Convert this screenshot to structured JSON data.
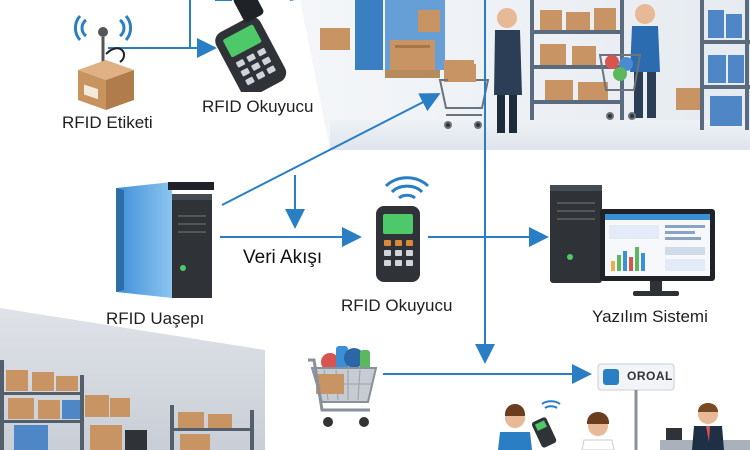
{
  "labels": {
    "rfid_tag": "RFID Etiketi",
    "reader_top": "RFID Okuyucu",
    "reader_mid": "RFID Okuyucu",
    "gate": "RFID Uaşepı",
    "data_flow": "Veri Akışı",
    "software": "Yazılım Sistemi",
    "store_sign": "OROAL"
  },
  "icons": {
    "tag": "rfid-tag-box-icon",
    "reader_top": "handheld-reader-icon",
    "reader_mid": "handheld-reader-icon",
    "gate": "rfid-gate-icon",
    "computer": "computer-workstation-icon",
    "cart": "shopping-cart-icon",
    "sign": "store-sign-icon"
  },
  "colors": {
    "arrow": "#2a7fc4",
    "accent_blue": "#3b8fd6",
    "screen_green": "#4ec96a",
    "device_dark": "#2f3338"
  }
}
